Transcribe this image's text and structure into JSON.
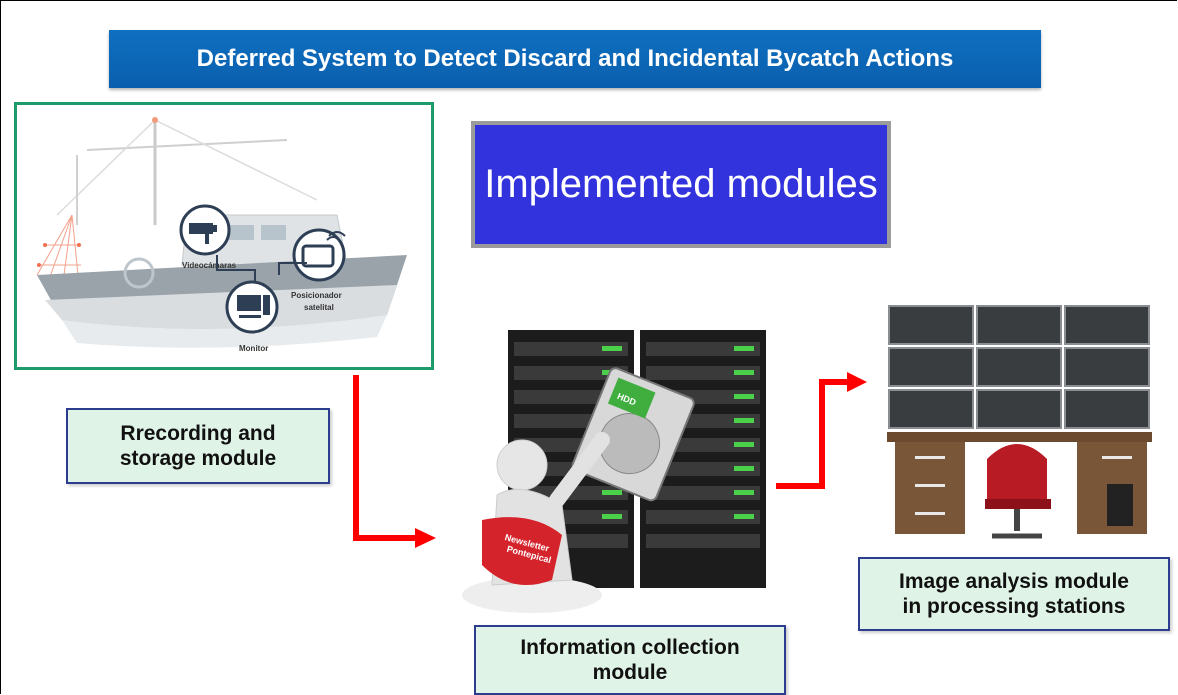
{
  "title": "Deferred System to Detect Discard and Incidental Bycatch Actions",
  "center_heading": "Implemented modules",
  "boat": {
    "labels": {
      "camera": "Videocámaras",
      "gps_line1": "Posicionador",
      "gps_line2": "satelital",
      "monitor": "Monitor"
    }
  },
  "hdd_label": "HDD",
  "bag_label_line1": "Newsletter",
  "bag_label_line2": "Pontepical",
  "modules": {
    "recording": {
      "line1": "Rrecording and",
      "line2": "storage module"
    },
    "information": {
      "line1": "Information collection",
      "line2": "module"
    },
    "image": {
      "line1": "Image analysis module",
      "line2": "in processing stations"
    }
  },
  "colors": {
    "title_bg": "#0f6fc0",
    "modules_bg": "#3333dd",
    "label_bg": "#dff3e7",
    "label_border": "#2c3d8f",
    "boat_border": "#1f9a6a",
    "arrow": "#ff0000"
  },
  "icons": [
    "ship-icon",
    "camera-icon",
    "monitor-icon",
    "gps-icon",
    "server-rack-icon",
    "hdd-icon",
    "courier-figure-icon",
    "video-wall-icon",
    "office-chair-icon",
    "desk-icon"
  ]
}
